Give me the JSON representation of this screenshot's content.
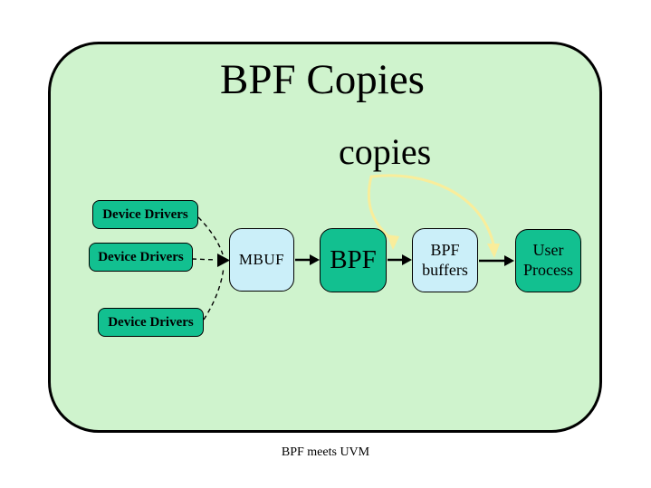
{
  "slide": {
    "title": "BPF Copies",
    "copies_label": "copies",
    "footer": "BPF meets UVM"
  },
  "diagram": {
    "sources": [
      {
        "label": "Device Drivers"
      },
      {
        "label": "Device Drivers"
      },
      {
        "label": "Device Drivers"
      }
    ],
    "nodes": [
      {
        "id": "mbuf",
        "label": "MBUF",
        "fill": "cyan"
      },
      {
        "id": "bpf",
        "label": "BPF",
        "fill": "teal"
      },
      {
        "id": "bpf_buffers",
        "label": "BPF buffers",
        "fill": "cyan"
      },
      {
        "id": "user_process",
        "label": "User Process",
        "fill": "teal"
      }
    ],
    "edges": [
      {
        "from": "device_drivers_1",
        "to": "mbuf",
        "style": "dashed"
      },
      {
        "from": "device_drivers_2",
        "to": "mbuf",
        "style": "dashed"
      },
      {
        "from": "device_drivers_3",
        "to": "mbuf",
        "style": "dashed"
      },
      {
        "from": "mbuf",
        "to": "bpf",
        "style": "solid-arrow"
      },
      {
        "from": "bpf",
        "to": "bpf_buffers",
        "style": "solid-arrow"
      },
      {
        "from": "bpf_buffers",
        "to": "user_process",
        "style": "solid-arrow"
      },
      {
        "from": "copies",
        "to": "bpf/bpf_buffers transfer",
        "style": "yellow-copy-arrow"
      },
      {
        "from": "copies",
        "to": "bpf_buffers/user_process transfer",
        "style": "yellow-copy-arrow"
      }
    ]
  },
  "colors": {
    "background": "#FFFFFF",
    "panel_fill": "#CFF3CD",
    "panel_border": "#000000",
    "teal_node": "#12C090",
    "cyan_node": "#CBEFF9",
    "copy_arrow": "#F9ED9B",
    "connector": "#000000",
    "text": "#000000"
  }
}
